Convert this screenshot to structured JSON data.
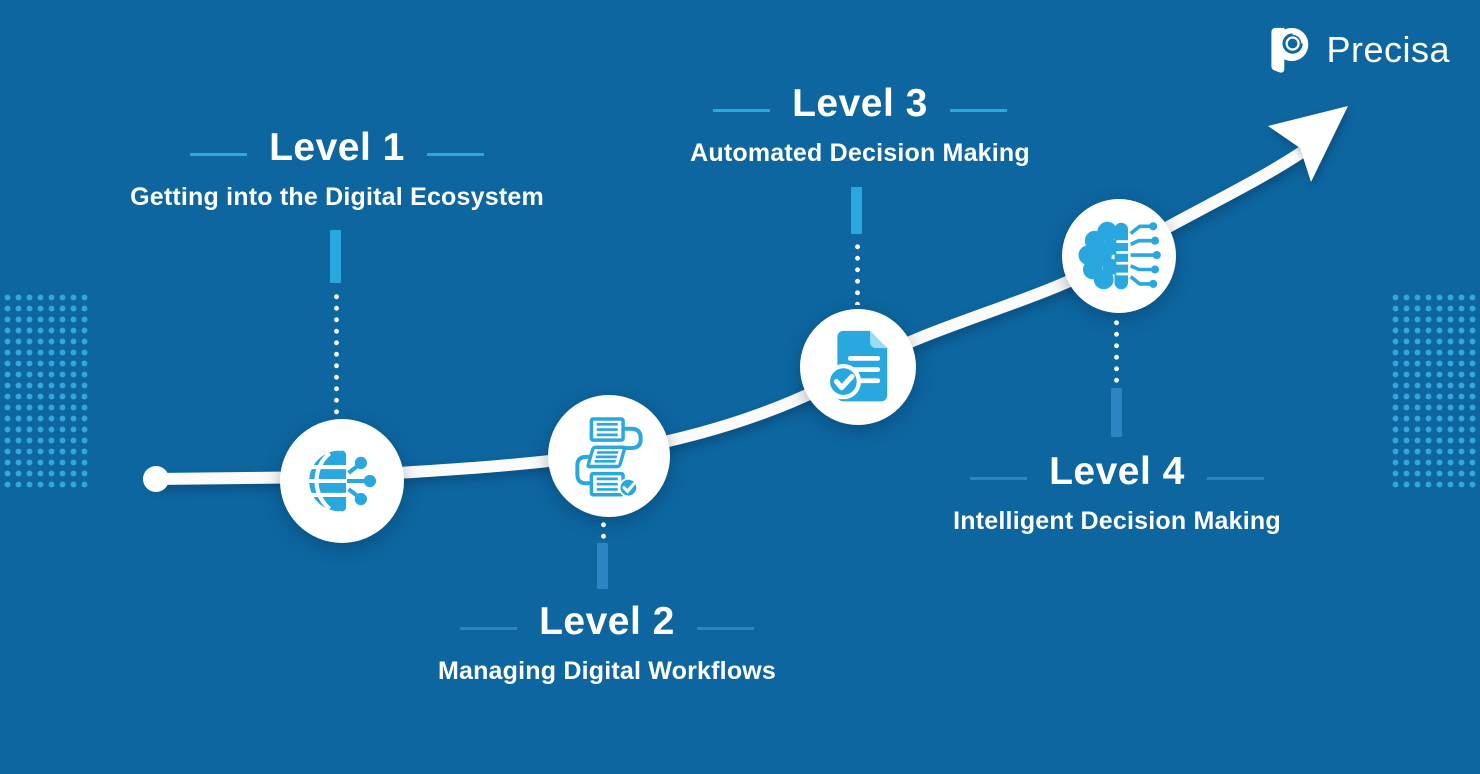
{
  "page": {
    "background_color": "#0D66A0",
    "accent_light": "#29A8E0",
    "accent_mid": "#2B85C3",
    "curve_color": "#FFFFFF",
    "text_color": "#FFFFFF"
  },
  "logo": {
    "brand": "Precisa",
    "icon": "magnifier-p-logo-icon"
  },
  "levels": [
    {
      "title": "Level 1",
      "subtitle": "Getting into the Digital Ecosystem",
      "icon": "globe-network-icon",
      "accent": "#29A8E0"
    },
    {
      "title": "Level 2",
      "subtitle": "Managing Digital Workflows",
      "icon": "workflow-documents-icon",
      "accent": "#2B85C3"
    },
    {
      "title": "Level 3",
      "subtitle": "Automated Decision Making",
      "icon": "document-check-icon",
      "accent": "#29A8E0"
    },
    {
      "title": "Level 4",
      "subtitle": "Intelligent Decision Making",
      "icon": "brain-circuit-icon",
      "accent": "#2B85C3"
    }
  ]
}
